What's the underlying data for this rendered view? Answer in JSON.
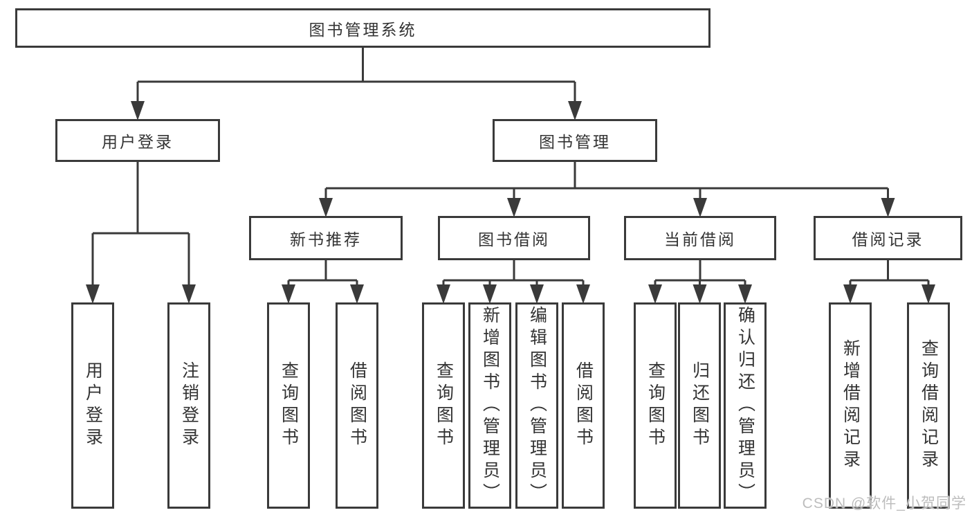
{
  "tree": {
    "root": "图书管理系统",
    "branches": [
      {
        "label": "用户登录",
        "children": [
          "用户登录",
          "注销登录"
        ]
      },
      {
        "label": "图书管理",
        "groups": [
          {
            "label": "新书推荐",
            "children": [
              "查询图书",
              "借阅图书"
            ]
          },
          {
            "label": "图书借阅",
            "children": [
              "查询图书",
              "新增图书（管理员）",
              "编辑图书（管理员）",
              "借阅图书"
            ]
          },
          {
            "label": "当前借阅",
            "children": [
              "查询图书",
              "归还图书",
              "确认归还（管理员）"
            ]
          },
          {
            "label": "借阅记录",
            "children": [
              "新增借阅记录",
              "查询借阅记录"
            ]
          }
        ]
      }
    ]
  },
  "watermark": {
    "text": "CSDN @软件_小贺同学"
  },
  "colors": {
    "line": "#3a3a3a",
    "text": "#333333",
    "background": "#ffffff",
    "watermark": "#bdbdbd"
  }
}
